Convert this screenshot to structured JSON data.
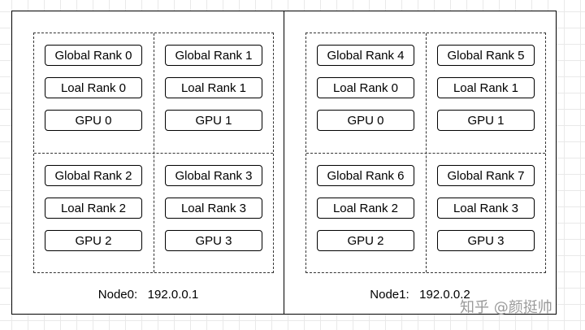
{
  "nodes": [
    {
      "label": "Node0:   192.0.0.1",
      "gpus": [
        {
          "global": "Global Rank 0",
          "local": "Loal Rank 0",
          "gpu": "GPU 0"
        },
        {
          "global": "Global Rank 1",
          "local": "Loal Rank 1",
          "gpu": "GPU 1"
        },
        {
          "global": "Global Rank 2",
          "local": "Loal Rank 2",
          "gpu": "GPU 2"
        },
        {
          "global": "Global Rank 3",
          "local": "Loal Rank 3",
          "gpu": "GPU 3"
        }
      ]
    },
    {
      "label": "Node1:   192.0.0.2",
      "gpus": [
        {
          "global": "Global Rank 4",
          "local": "Loal Rank 0",
          "gpu": "GPU 0"
        },
        {
          "global": "Global Rank 5",
          "local": "Loal Rank 1",
          "gpu": "GPU 1"
        },
        {
          "global": "Global Rank 6",
          "local": "Loal Rank 2",
          "gpu": "GPU 2"
        },
        {
          "global": "Global Rank 7",
          "local": "Loal Rank 3",
          "gpu": "GPU 3"
        }
      ]
    }
  ],
  "watermark": "知乎 @颜挺帅"
}
